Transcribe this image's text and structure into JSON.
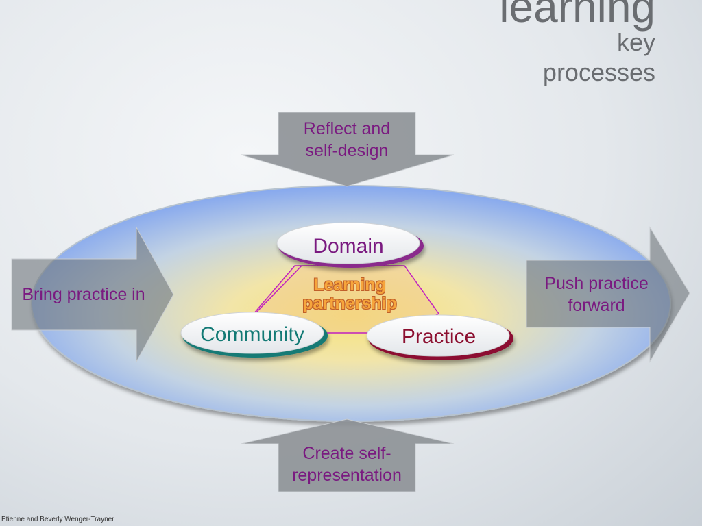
{
  "title": {
    "line1": "learning",
    "line2": "key",
    "line3": "processes"
  },
  "arrows": {
    "top": "Reflect and\nself-design",
    "bottom": "Create self-\nrepresentation",
    "left": "Bring practice in",
    "right": "Push practice\nforward"
  },
  "center": {
    "line1": "Learning",
    "line2": "partnership"
  },
  "nodes": {
    "domain": "Domain",
    "community": "Community",
    "practice": "Practice"
  },
  "footer": "Etienne and Beverly Wenger-Trayner",
  "colors": {
    "arrow_text": "#7a1a80",
    "domain": "#7a1a80",
    "community": "#137a75",
    "practice": "#8c1030",
    "triangle": "#c020c0",
    "learning_partnership": "#f6a53c"
  }
}
